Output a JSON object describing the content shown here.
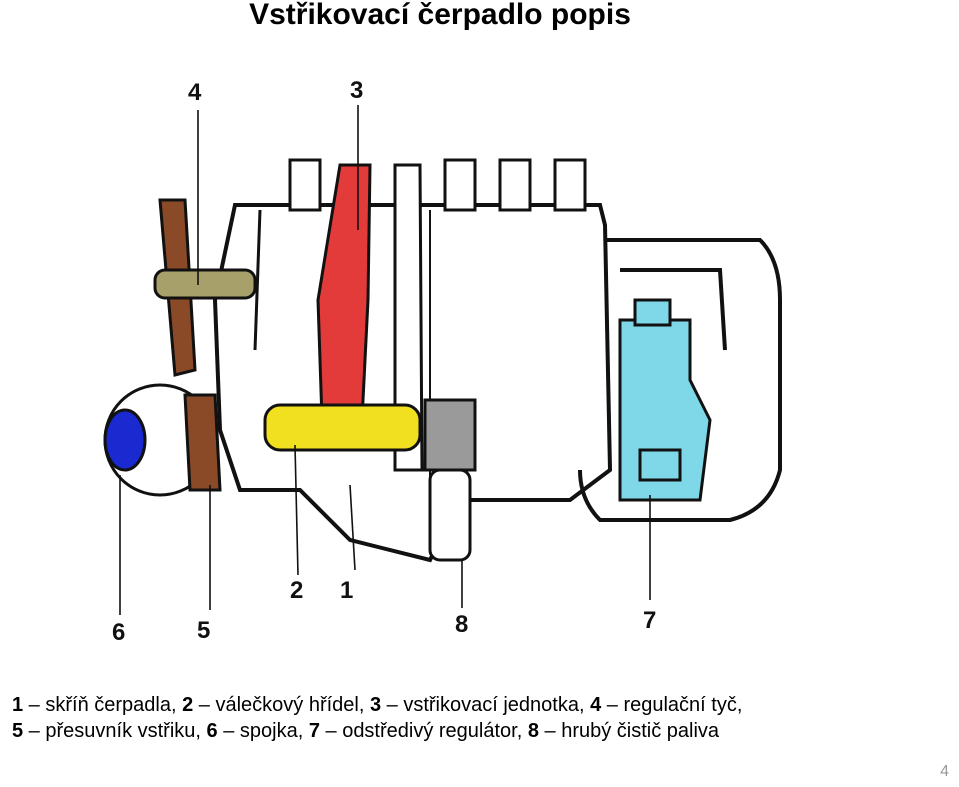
{
  "title": "Vstřikovací čerpadlo popis",
  "labels": [
    "1",
    "2",
    "3",
    "4",
    "5",
    "6",
    "7",
    "8"
  ],
  "legend": {
    "items": [
      {
        "num": "1",
        "text": " – skříň čerpadla, "
      },
      {
        "num": "2",
        "text": " – válečkový hřídel, "
      },
      {
        "num": "3",
        "text": " – vstřikovací jednotka, "
      },
      {
        "num": "4",
        "text": " – regulační tyč,"
      },
      {
        "num": "5",
        "text": " – přesuvník vstřiku, "
      },
      {
        "num": "6",
        "text": " – spojka, "
      },
      {
        "num": "7",
        "text": " – odstředivý regulátor, "
      },
      {
        "num": "8",
        "text": " – hrubý čistič paliva"
      }
    ]
  },
  "colors": {
    "regulating_rod": "#a8a06a",
    "injection_unit": "#e33a3a",
    "roller_shaft": "#f0e020",
    "advance_device": "#8a4a28",
    "coupling": "#1a2ad0",
    "governor": "#7fd8e8",
    "fuel_filter": "#9a9a9a"
  },
  "page_number": "4"
}
